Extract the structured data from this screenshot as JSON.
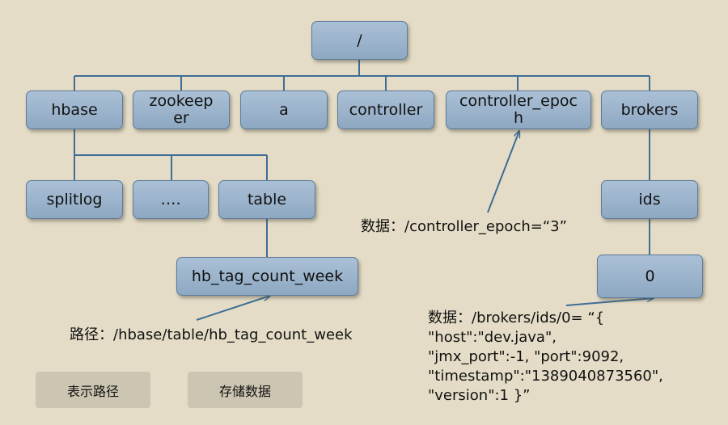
{
  "nodes": {
    "root": "/",
    "hbase": "hbase",
    "zookeeper": "zookeeper",
    "a": "a",
    "controller": "controller",
    "controller_epoch": "controller_epoch",
    "brokers": "brokers",
    "splitlog": "splitlog",
    "ellipsis": "….",
    "table": "table",
    "hb_tag_count_week": "hb_tag_count_week",
    "ids": "ids",
    "zero": "0"
  },
  "annotations": {
    "controller_epoch_data": "数据：/controller_epoch=“3”",
    "broker_data": "数据：/brokers/ids/0= “{\n\"host\":\"dev.java\",\n\"jmx_port\":-1, \"port\":9092,\n\"timestamp\":\"1389040873560\",\n\"version\":1 }”",
    "path_label": "路径：/hbase/table/hb_tag_count_week"
  },
  "buttons": {
    "show_path": "表示路径",
    "store_data": "存储数据"
  },
  "colors": {
    "background": "#e4dcc6",
    "node_fill": "#9db5cd",
    "node_border": "#5d7b9a",
    "connector": "#3f6d96",
    "button_fill": "#cbc5b1"
  }
}
